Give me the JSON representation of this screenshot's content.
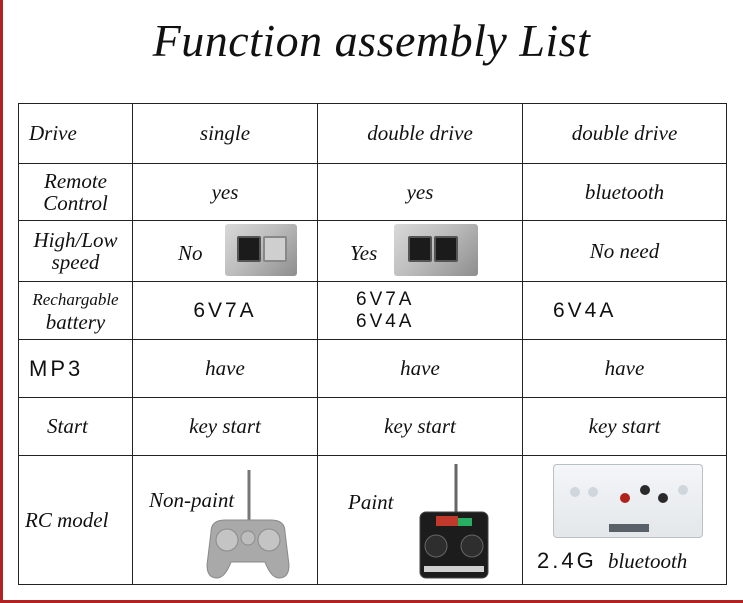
{
  "title": "Function assembly List",
  "rows": {
    "drive": {
      "label": "Drive",
      "col1": "single",
      "col2": "double drive",
      "col3": "double drive"
    },
    "remote_control": {
      "label_line1": "Remote",
      "label_line2": "Control",
      "col1": "yes",
      "col2": "yes",
      "col3": "bluetooth"
    },
    "high_low_speed": {
      "label_line1": "High/Low",
      "label_line2": "speed",
      "col1": "No",
      "col2": "Yes",
      "col3": "No need"
    },
    "battery": {
      "label_line1": "Rechargable",
      "label_line2": "battery",
      "col1": "6V7A",
      "col2_line1": "6V7A",
      "col2_line2": "6V4A",
      "col3": "6V4A"
    },
    "mp3": {
      "label": "MP3",
      "col1": "have",
      "col2": "have",
      "col3": "have"
    },
    "start": {
      "label": "Start",
      "col1": "key start",
      "col2": "key start",
      "col3": "key start"
    },
    "rc_model": {
      "label": "RC model",
      "col1": "Non-paint",
      "col2": "Paint",
      "col3_code": "2.4G",
      "col3_text": "bluetooth"
    }
  },
  "colors": {
    "border": "#222222",
    "frame_accent": "#b22222",
    "text": "#111111"
  }
}
